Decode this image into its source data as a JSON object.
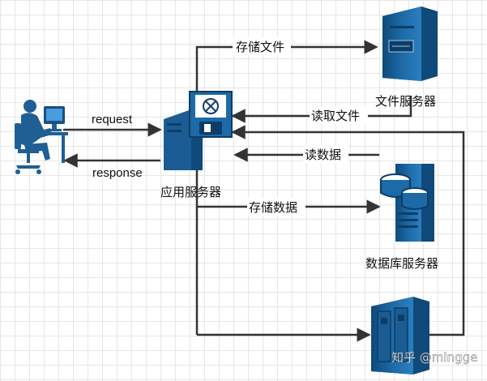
{
  "edges": {
    "request": "request",
    "response": "response",
    "store_file": "存储文件",
    "read_file": "读取文件",
    "read_data": "读数据",
    "store_data": "存储数据"
  },
  "nodes": {
    "app_server": "应用服务器",
    "file_server": "文件服务器",
    "db_server": "数据库服务器"
  },
  "watermark": "知乎 @mingge",
  "colors": {
    "server_blue": "#1c6aa7",
    "server_dark": "#0f4a7a",
    "line": "#333333"
  }
}
